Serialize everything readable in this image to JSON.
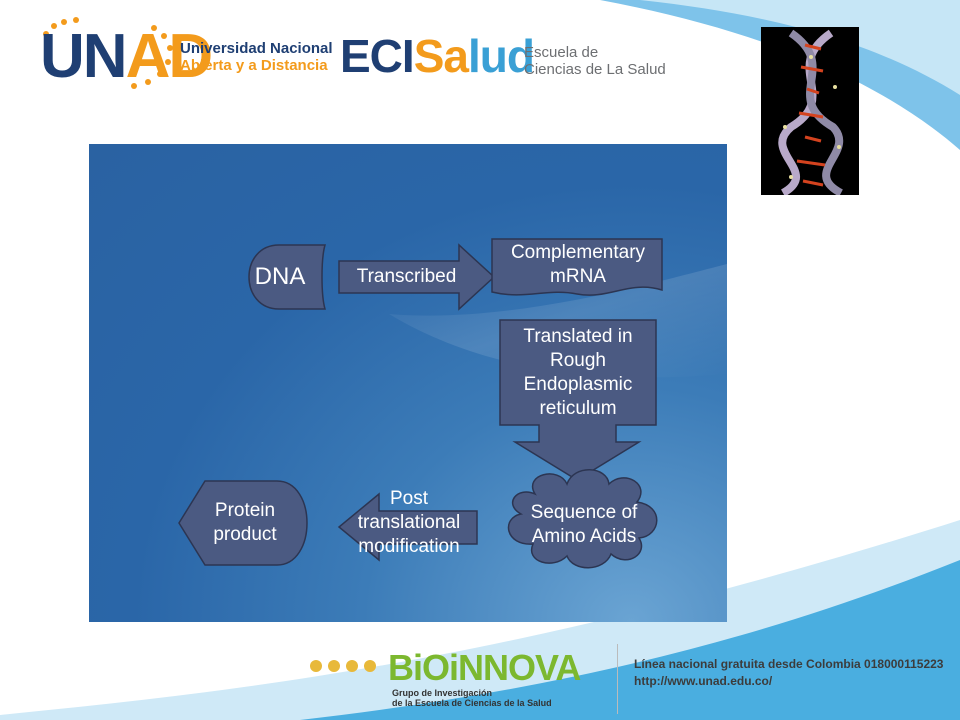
{
  "header": {
    "unad_logo": {
      "word_u": "U",
      "word_n": "N",
      "word_ad": "AD",
      "line1": "Universidad Nacional",
      "line2": "Abierta y a Distancia"
    },
    "ecisalud_logo": {
      "part1": "ECI",
      "part2": "Sa",
      "part3": "lud",
      "line1": "Escuela de",
      "line2": "Ciencias de La Salud"
    }
  },
  "diagram": {
    "nodes": {
      "dna": "DNA",
      "transcribed": "Transcribed",
      "mrna": "Complementary mRNA",
      "translated": "Translated in Rough Endoplasmic reticulum",
      "amino": "Sequence of Amino Acids",
      "post": "Post translational modification",
      "protein": "Protein product"
    }
  },
  "footer": {
    "bioinnova_word": "BiOiNNOVA",
    "bioinnova_line1": "Grupo de Investigación",
    "bioinnova_line2": "de la Escuela de Ciencias de la Salud",
    "contact_line1": "Línea nacional gratuita desde Colombia 018000115223",
    "contact_line2": "http://www.unad.edu.co/"
  },
  "colors": {
    "panel_blue": "#2a66a8",
    "node_fill": "#4b5a82",
    "unad_navy": "#1f3f73",
    "unad_orange": "#f39b1c"
  }
}
